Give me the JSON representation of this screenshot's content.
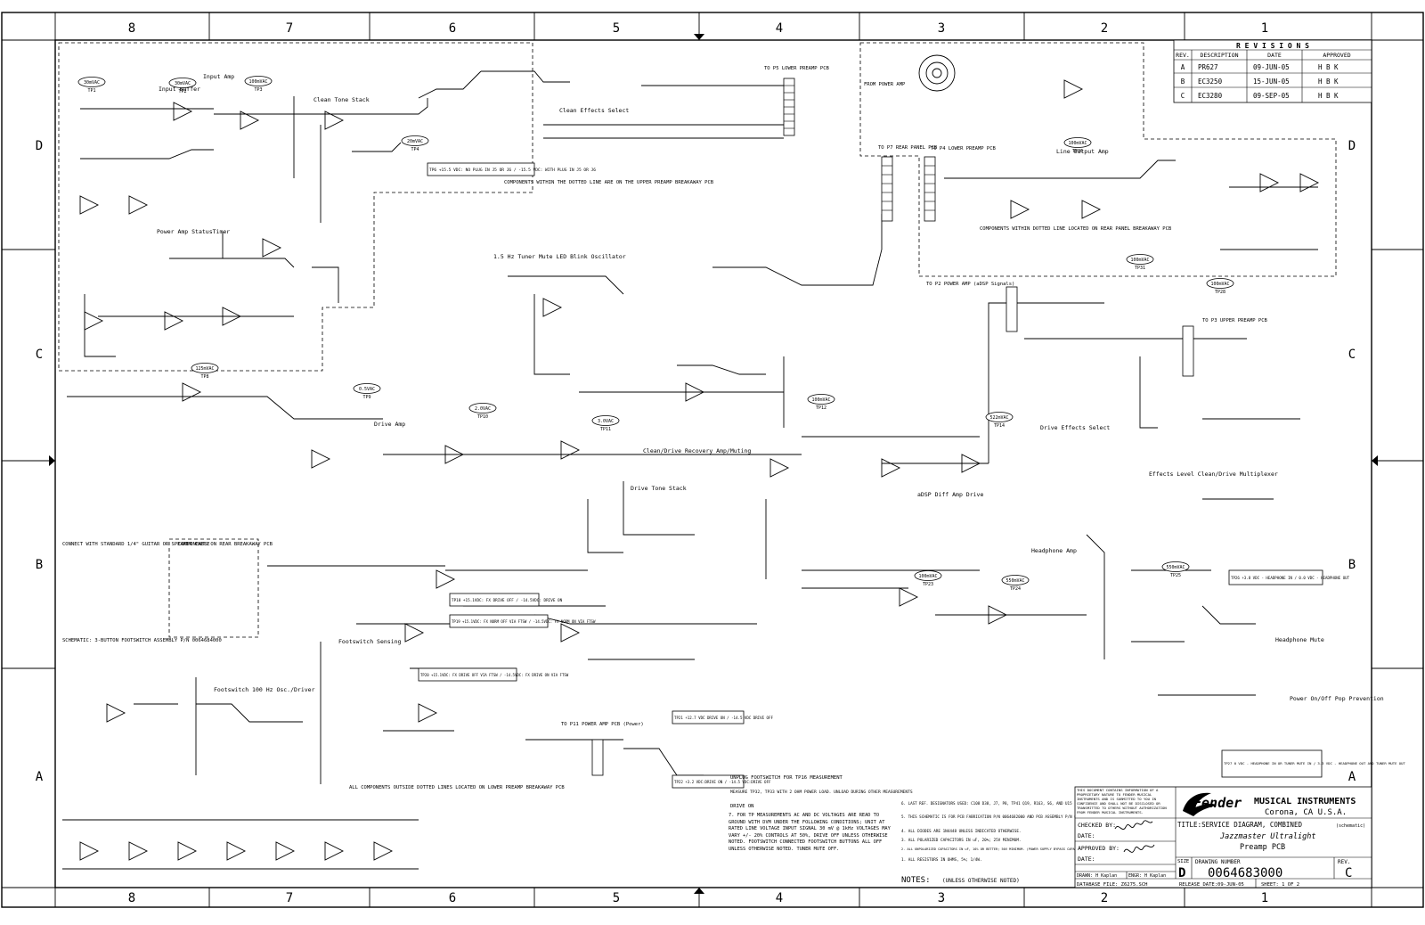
{
  "zones": {
    "columns": [
      "8",
      "7",
      "6",
      "5",
      "4",
      "3",
      "2",
      "1"
    ],
    "rows": [
      "D",
      "C",
      "B",
      "A"
    ]
  },
  "revisions": {
    "title": "R E V I S I O N S",
    "headers": [
      "REV.",
      "DESCRIPTION",
      "DATE",
      "APPROVED"
    ],
    "rows": [
      [
        "A",
        "PR627",
        "09-JUN-05",
        "H B K"
      ],
      [
        "B",
        "EC3250",
        "15-JUN-05",
        "H B K"
      ],
      [
        "C",
        "EC3280",
        "09-SEP-05",
        "H B K"
      ]
    ]
  },
  "sections": {
    "input_buffer": "Input Buffer",
    "input_amp": "Input Amp",
    "clean_tone_stack": "Clean Tone Stack",
    "clean_effects_select": "Clean Effects Select",
    "power_amp_status": "Power Amp StatusTimer",
    "tuner_osc": "1.5 Hz Tuner Mute LED Blink Oscillator",
    "drive_amp": "Drive Amp",
    "clean_drive_recovery": "Clean/Drive Recovery Amp/Muting",
    "drive_tone_stack": "Drive Tone Stack",
    "adsp_diff_amp": "aDSP Diff Amp Drive",
    "drive_effects_select": "Drive Effects Select",
    "effects_level": "Effects Level Clean/Drive Multiplexer",
    "line_output_amp": "Line Output Amp",
    "headphone_amp": "Headphone Amp",
    "headphone_mute": "Headphone Mute",
    "power_pop": "Power On/Off Pop Prevention",
    "footswitch_sensing": "Footswitch Sensing",
    "footswitch_osc": "Footswitch 100 Hz Osc./Driver",
    "upper_breakaway_note": "COMPONENTS WITHIN THE DOTTED LINE ARE ON THE UPPER PREAMP BREAKAWAY PCB",
    "rear_breakaway_note": "COMPONENTS WITHIN DOTTED LINE LOCATED ON REAR PANEL BREAKAWAY PCB",
    "lower_breakaway_note": "ALL COMPONENTS OUTSIDE DOTTED LINES LOCATED ON LOWER PREAMP BREAKAWAY PCB",
    "footswitch_schematic": "SCHEMATIC: 3-BUTTON FOOTSWITCH ASSEMBLY P/N 0064684000",
    "connect_note": "CONNECT WITH STANDARD 1/4\" GUITAR OR SPEAKER CABLE",
    "rear_components": "COMPONENTS ON REAR BREAKAWAY PCB"
  },
  "connectors": {
    "p5": "TO P5 LOWER PREAMP PCB",
    "p7": "TO P7 REAR PANEL PCB",
    "p4": "TO P4 LOWER PREAMP PCB",
    "p2": "TO P2 POWER AMP (aDSP Signals)",
    "p3": "TO P3 UPPER PREAMP PCB",
    "p11": "TO P11 POWER AMP PCB (Power)",
    "from_power_amp": "FROM POWER AMP"
  },
  "test_points": [
    {
      "v": "30mVAC",
      "tp": "TP1"
    },
    {
      "v": "30mVAC",
      "tp": "TP2"
    },
    {
      "v": "100mVAC",
      "tp": "TP3"
    },
    {
      "v": "20mVAC",
      "tp": "TP4"
    },
    {
      "v": "125mVAC",
      "tp": "TP8"
    },
    {
      "v": "0.5VAC",
      "tp": "TP9"
    },
    {
      "v": "2.0VAC",
      "tp": "TP10"
    },
    {
      "v": "3.0VAC",
      "tp": "TP11"
    },
    {
      "v": "100mVAC",
      "tp": "TP12"
    },
    {
      "v": "522mVAC",
      "tp": "TP14"
    },
    {
      "v": "100mVAC",
      "tp": "TP23"
    },
    {
      "v": "550mVAC",
      "tp": "TP24"
    },
    {
      "v": "550mVAC",
      "tp": "TP25"
    },
    {
      "v": "100mVAC",
      "tp": "TP30"
    },
    {
      "v": "100mVAC",
      "tp": "TP31"
    },
    {
      "v": "100mVAC",
      "tp": "TP28"
    }
  ],
  "tp_notes": [
    "TP6 +15.5 VDC: NO PLUG IN J5 OR J6 / -15.5 VDC: WITH PLUG IN J5 OR J6",
    "TP18 +15.1VDC: FX DRIVE OFF / -14.5VDC: DRIVE ON",
    "TP19 +15.1VDC: FX NORM OFF VIA FTSW / -14.5VDC: FX NORM ON VIA FTSW",
    "TP20 +15.1VDC: FX DRIVE OFF VIA FTSW / -14.5VDC: FX DRIVE ON VIA FTSW",
    "TP21 +12.7 VDC DRIVE ON / -14.5 VDC DRIVE OFF",
    "TP22 +3.2 VDC:DRIVE ON / -14.5 VDC:DRIVE OFF",
    "TP26 +3.8 VDC - HEADPHONE IN / 0.0 VDC - HEADPHONE OUT",
    "TP27 0 VDC - HEADPHONE IN OR TUNER MUTE IN / 3.3 VDC - HEADPHONE OUT AND TUNER MUTE OUT"
  ],
  "notes": {
    "measurement_notes": [
      "UNPLUG FOOTSWITCH FOR TP16 MEASUREMENT",
      "MEASURE TP32, TP33 WITH 2 OHM POWER LOAD. UNLOAD DURING OTHER MEASUREMENTS",
      "DRIVE ON",
      "7. FOR TP MEASUREMENTS AC AND DC VOLTAGES ARE READ TO GROUND WITH DVM UNDER THE FOLLOWING CONDITIONS; UNIT AT RATED LINE VOLTAGE INPUT SIGNAL 30 mV @ 1kHz VOLTAGES MAY VARY +/- 20% CONTROLS AT 50%, DRIVE OFF UNLESS OTHERWISE NOTED. FOOTSWITCH CONNECTED FOOTSWITCH BUTTONS ALL OFF UNLESS OTHERWISE NOTED. TUNER MUTE OFF."
    ],
    "general_notes": [
      "6. LAST REF. DESIGNATORS USED: C108 D38, J7, P8, TP41 Q19, R163, S6, AND U15",
      "5. THIS SCHEMATIC IS FOR PCB FABRICATION P/N 0064682000 AND PCB ASSEMBLY P/N 0064688000.",
      "4. ALL DIODES ARE 1N4448 UNLESS INDICATED OTHERWISE.",
      "3. ALL POLARIZED CAPACITORS IN uF, 20%; 25V MINIMUM.",
      "2. ALL UNPOLARIZED CAPACITORS IN uF, 10% OR BETTER; 50V MINIMUM. (POWER SUPPLY BYPASS CAPACITORS ARE 20%).",
      "1. ALL RESISTORS IN OHMS, 5%; 1/4W."
    ],
    "notes_header": "NOTES:",
    "notes_sub": "(UNLESS OTHERWISE NOTED)"
  },
  "title_block": {
    "confidential": "THIS DOCUMENT CONTAINS INFORMATION OF A PROPRIETARY NATURE TO FENDER MUSICAL INSTRUMENTS AND IS SUBMITTED TO YOU IN CONFIDENCE AND SHALL NOT BE DISCLOSED OR TRANSMITTED TO OTHERS WITHOUT AUTHORIZATION FROM FENDER MUSICAL INSTRUMENTS.",
    "company": "MUSICAL INSTRUMENTS",
    "location": "Corona, CA  U.S.A.",
    "checked_by": "CHECKED BY:",
    "date": "DATE:",
    "approved_by": "APPROVED BY:",
    "title": "TITLE:SERVICE DIAGRAM, COMBINED",
    "title_note": "(schematic)",
    "subtitle1": "Jazzmaster Ultralight",
    "subtitle2": "Preamp PCB",
    "drawn": "DRAWN: H Kaplan",
    "engr": "ENGR: H Kaplan",
    "database": "DATABASE FILE:  Z6275.SCH",
    "size_label": "SIZE",
    "size": "D",
    "drawing_number_label": "DRAWING NUMBER",
    "drawing_number": "0064683000",
    "rev_label": "REV.",
    "rev": "C",
    "release_date": "RELEASE DATE:09-JUN-05",
    "sheet": "SHEET:  1  OF  2"
  }
}
